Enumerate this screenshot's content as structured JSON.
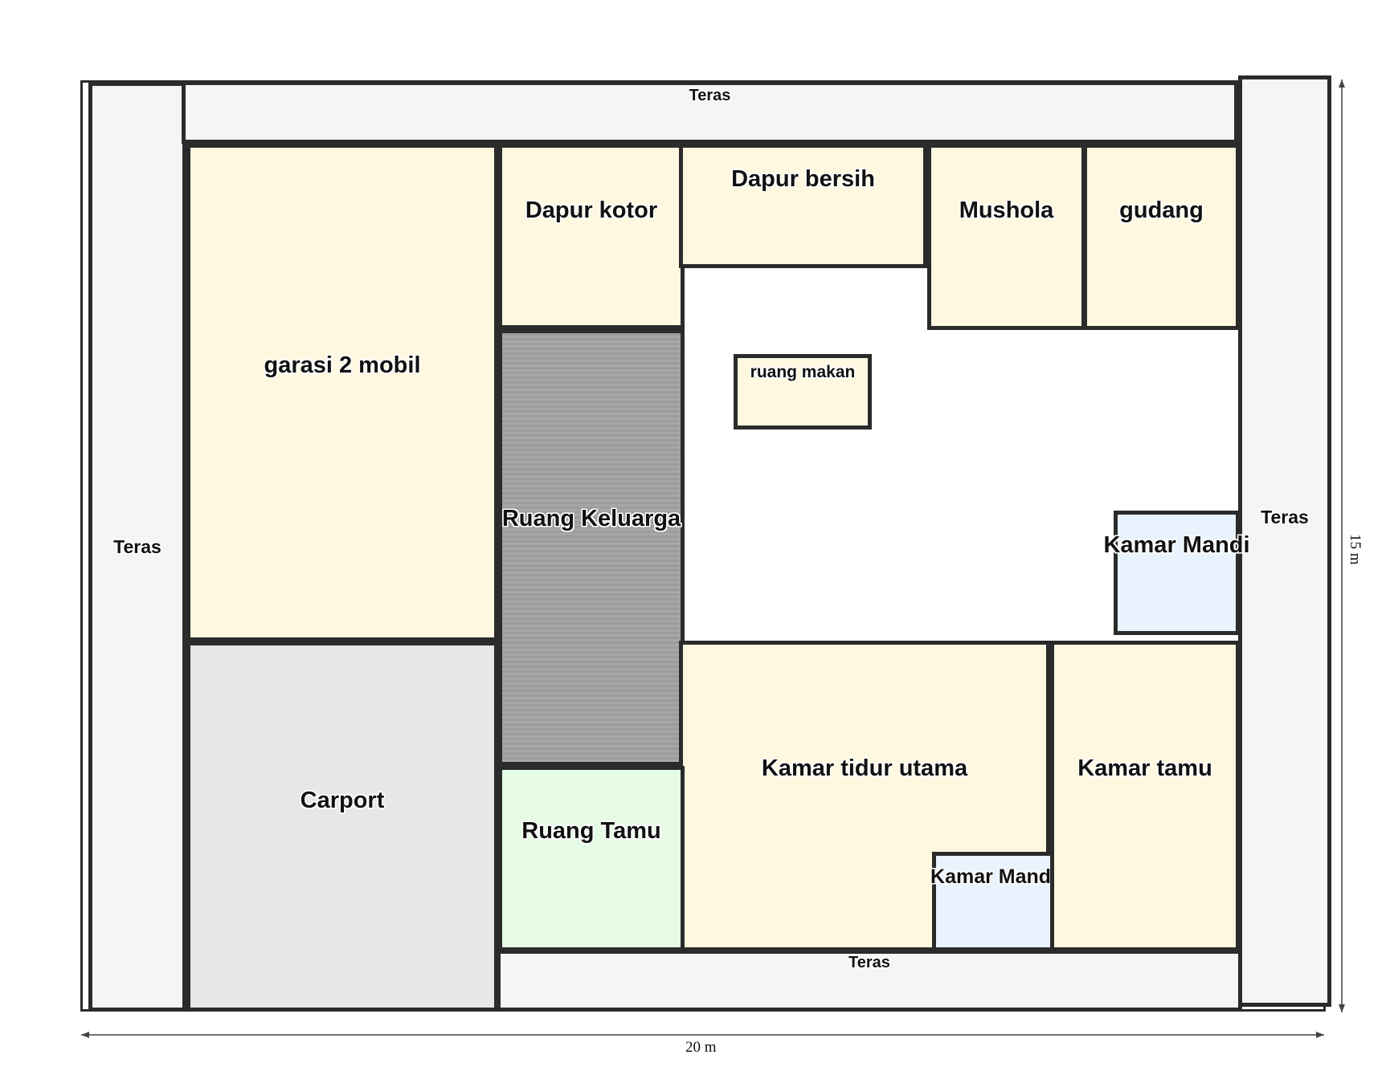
{
  "rooms": {
    "teras_top": "Teras",
    "teras_left": "Teras",
    "teras_right": "Teras",
    "teras_bottom": "Teras",
    "garasi": "garasi 2 mobil",
    "carport": "Carport",
    "dapur_kotor": "Dapur kotor",
    "dapur_bersih": "Dapur bersih",
    "mushola": "Mushola",
    "gudang": "gudang",
    "ruang_keluarga": "Ruang Keluarga",
    "ruang_makan": "ruang makan",
    "kamar_mandi_1": "Kamar Mandi",
    "kamar_mandi_2": "Kamar Mandi",
    "kamar_tidur_utama": "Kamar tidur utama",
    "kamar_tamu": "Kamar tamu",
    "ruang_tamu": "Ruang Tamu"
  },
  "dimensions": {
    "width": "20 m",
    "height": "15 m"
  },
  "colors": {
    "wall": "#2b2b2b",
    "room_fill": "#fef8e0",
    "terrace_fill": "#f5f5f5",
    "bathroom_fill": "#e8f3fd",
    "living_fill": "#e6fbe6",
    "carport_fill": "#e7e7e7",
    "family_room_fill": "#a3a3a3"
  }
}
